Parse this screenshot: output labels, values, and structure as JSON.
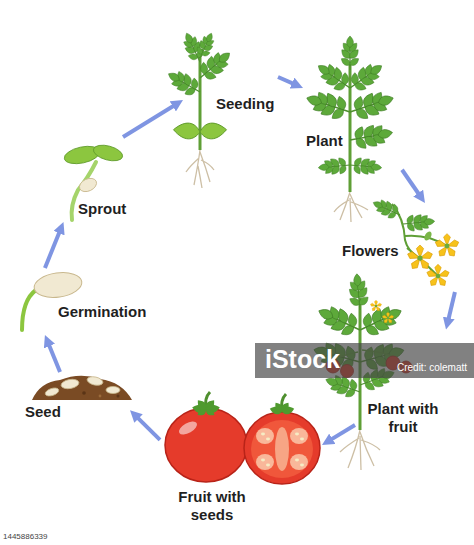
{
  "diagram": {
    "nodes": [
      {
        "text": [
          "Seed"
        ]
      },
      {
        "text": [
          "Germination"
        ]
      },
      {
        "text": [
          "Sprout"
        ]
      },
      {
        "text": [
          "Seeding"
        ]
      },
      {
        "text": [
          "Plant"
        ]
      },
      {
        "text": [
          "Flowers"
        ]
      },
      {
        "text": [
          "Plant with fruit"
        ]
      },
      {
        "text": [
          "Fruit with seeds"
        ]
      }
    ],
    "edges": [
      {
        "from": 0,
        "to": 1,
        "arrow": "to"
      },
      {
        "from": 1,
        "to": 2,
        "arrow": "to"
      },
      {
        "from": 2,
        "to": 3,
        "arrow": "to"
      },
      {
        "from": 3,
        "to": 4,
        "arrow": "to"
      },
      {
        "from": 4,
        "to": 5,
        "arrow": "to"
      },
      {
        "from": 5,
        "to": 6,
        "arrow": "to"
      },
      {
        "from": 6,
        "to": 7,
        "arrow": "to"
      },
      {
        "from": 7,
        "to": 0,
        "arrow": "to"
      }
    ],
    "labels": [
      "iStock",
      "Credit: colematt",
      "1445886339"
    ]
  }
}
